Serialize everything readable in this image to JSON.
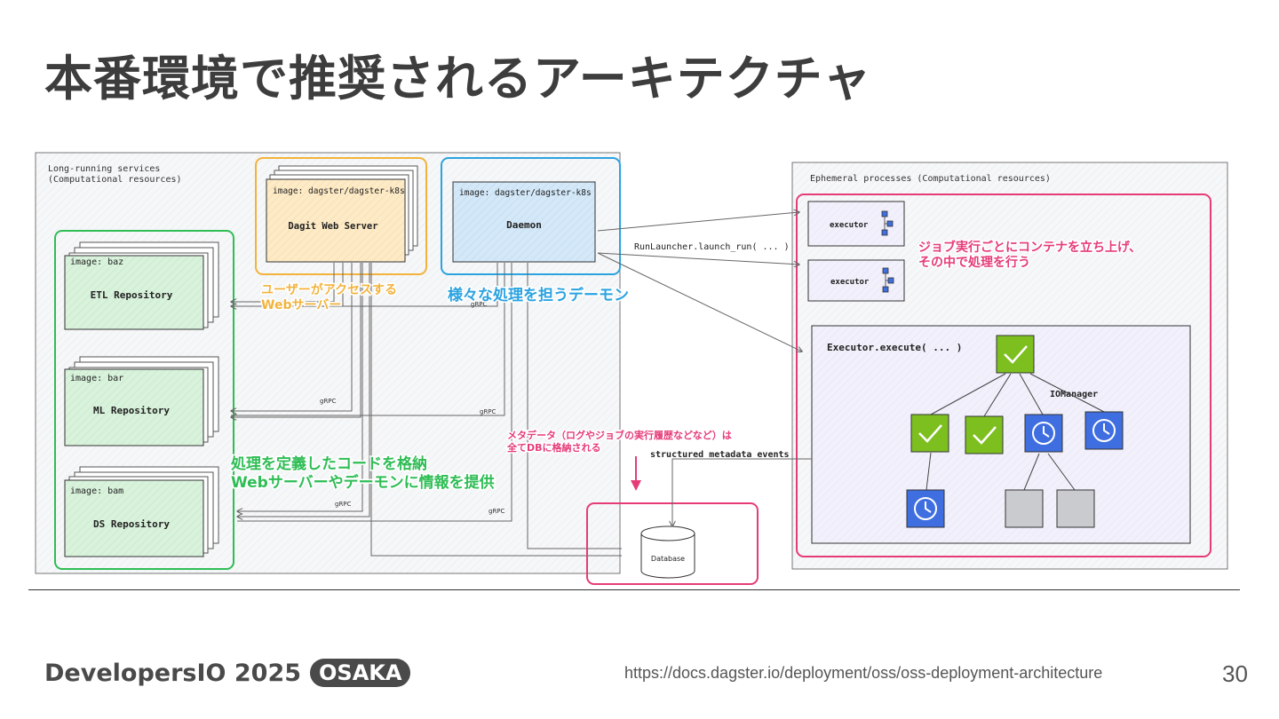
{
  "title": "本番環境で推奨されるアーキテクチャ",
  "diagram": {
    "long_running": {
      "line1": "Long-running services",
      "line2": "(Computational resources)"
    },
    "web_server": {
      "image": "image: dagster/dagster-k8s",
      "name": "Dagit Web Server"
    },
    "daemon": {
      "image": "image: dagster/dagster-k8s",
      "name": "Daemon"
    },
    "repos": [
      {
        "image": "image: baz",
        "name": "ETL Repository"
      },
      {
        "image": "image: bar",
        "name": "ML Repository"
      },
      {
        "image": "image: bam",
        "name": "DS Repository"
      }
    ],
    "grpc": "gRPC",
    "ephemeral": {
      "title": "Ephemeral processes (Computational resources)"
    },
    "executor_label": "executor",
    "run_launcher": "RunLauncher.launch_run( ... )",
    "executor_execute": "Executor.execute( ... )",
    "io_manager": "IOManager",
    "structured": "structured metadata events",
    "database": "Database"
  },
  "annotations": {
    "web_server_note": [
      "ユーザーがアクセスする",
      "Webサーバー"
    ],
    "daemon_note": "様々な処理を担うデーモン",
    "repo_note": [
      "処理を定義したコードを格納",
      "Webサーバーやデーモンに情報を提供"
    ],
    "db_note": [
      "メタデータ（ログやジョブの実行履歴などなど）は",
      "全てDBに格納される"
    ],
    "container_note": [
      "ジョブ実行ごとにコンテナを立ち上げ、",
      "その中で処理を行う"
    ]
  },
  "colors": {
    "orange": "#f2b33d",
    "blue": "#2ba3e0",
    "green": "#2fbd55",
    "pink": "#e53c78",
    "green_fill": "#7dbf1f",
    "blue_fill": "#3f6ee0"
  },
  "footer": {
    "brand": "DevelopersIO 2025",
    "badge": "OSAKA",
    "url": "https://docs.dagster.io/deployment/oss/oss-deployment-architecture",
    "page": "30"
  }
}
